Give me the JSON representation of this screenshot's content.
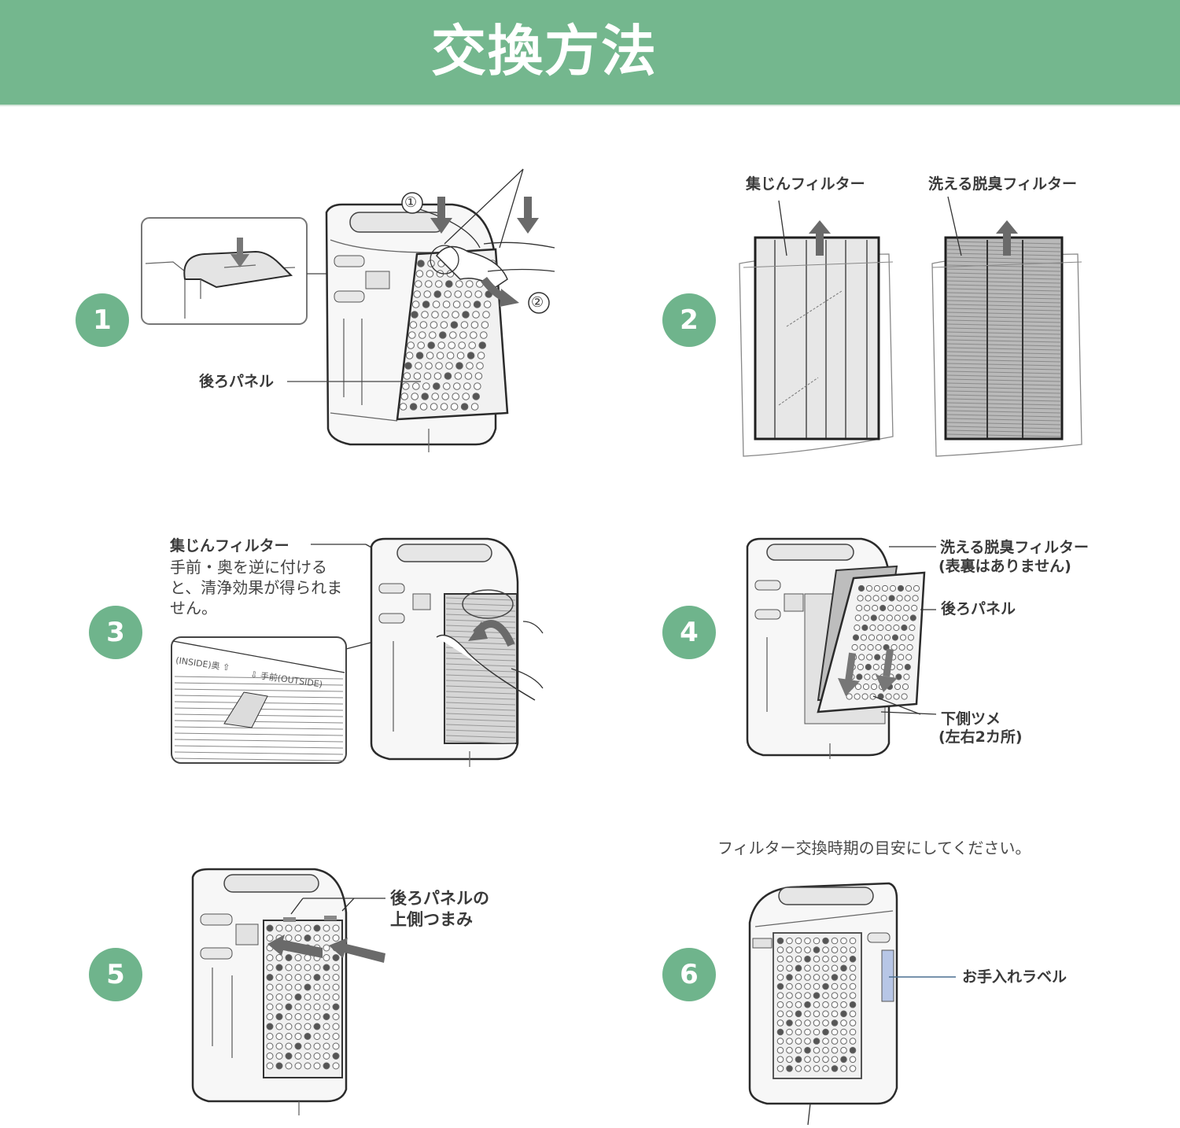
{
  "header": {
    "title": "交換方法",
    "background_color": "#74b78e"
  },
  "accent_color": "#6fb48c",
  "steps": [
    {
      "number": "1",
      "labels": {
        "back_panel": "後ろパネル",
        "callout_1": "①",
        "callout_2": "②"
      }
    },
    {
      "number": "2",
      "labels": {
        "dust_filter": "集じんフィルター",
        "deodorizing_filter": "洗える脱臭フィルター"
      }
    },
    {
      "number": "3",
      "labels": {
        "dust_filter": "集じんフィルター",
        "note": "手前・奥を逆に付けると、清浄効果が得られません。",
        "inside_mark": "(INSIDE)奥 ⇧",
        "outside_mark": "⇩ 手前(OUTSIDE)"
      }
    },
    {
      "number": "4",
      "labels": {
        "deodorizing_filter": "洗える脱臭フィルター",
        "deodorizing_note": "(表裏はありません)",
        "back_panel": "後ろパネル",
        "lower_tabs": "下側ツメ",
        "lower_tabs_note": "(左右2カ所)"
      }
    },
    {
      "number": "5",
      "labels": {
        "back_panel_top": "後ろパネルの",
        "top_knob": "上側つまみ"
      }
    },
    {
      "number": "6",
      "labels": {
        "instruction": "フィルター交換時期の目安にしてください。",
        "care_label": "お手入れラベル",
        "care_label_color": "#b7c6e6"
      }
    }
  ]
}
